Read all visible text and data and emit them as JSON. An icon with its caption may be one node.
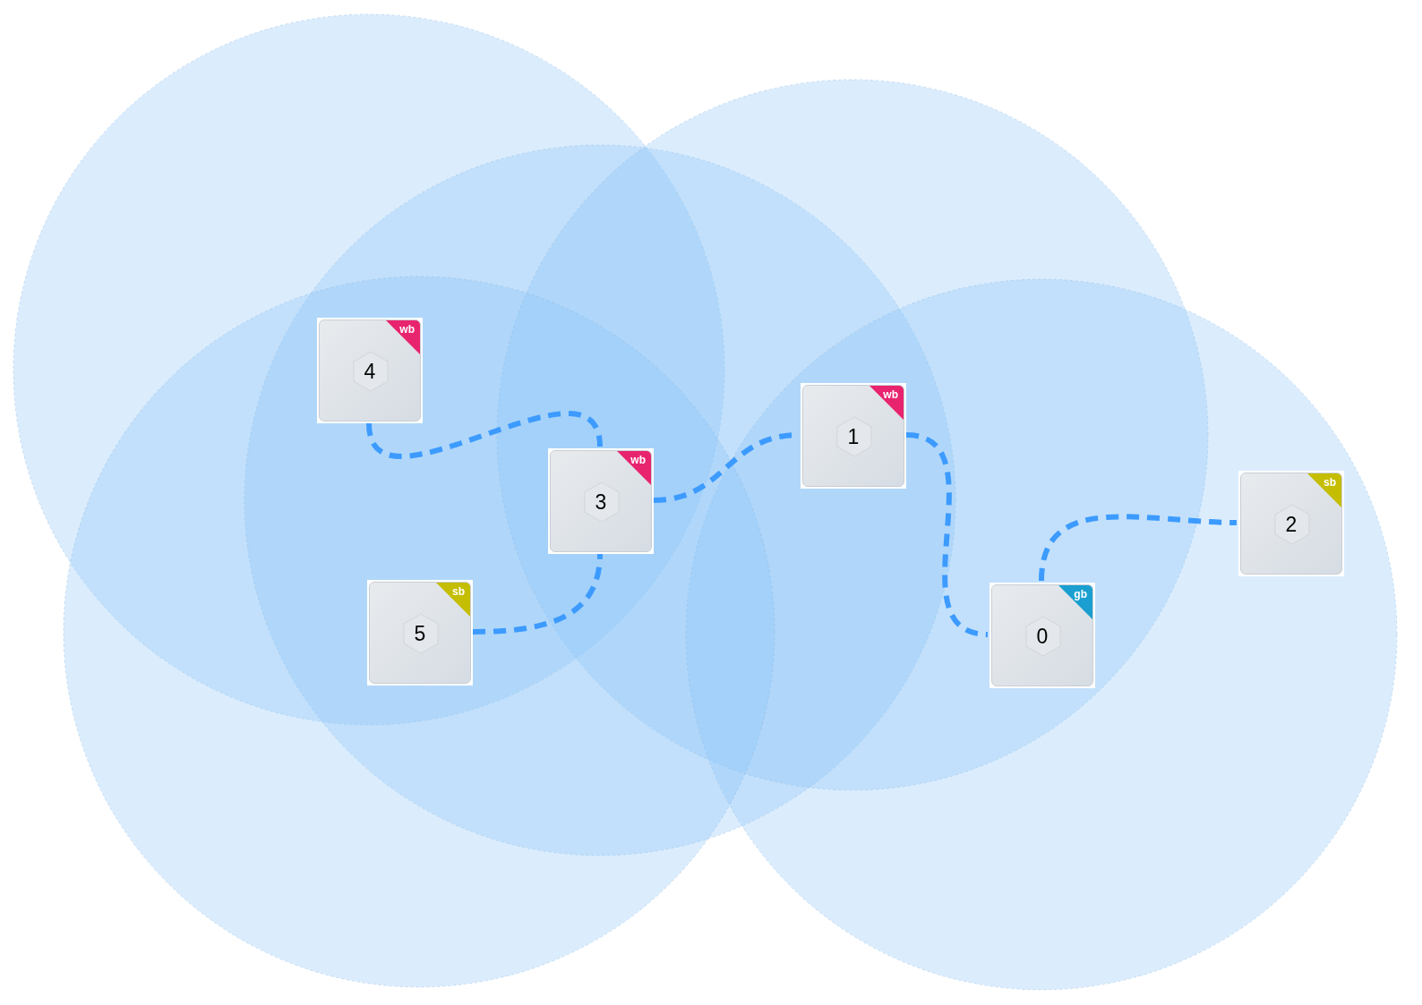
{
  "diagram": {
    "nodes": [
      {
        "text": [
          "0",
          "gb"
        ]
      },
      {
        "text": [
          "1",
          "wb"
        ]
      },
      {
        "text": [
          "2",
          "sb"
        ]
      },
      {
        "text": [
          "3",
          "wb"
        ]
      },
      {
        "text": [
          "4",
          "wb"
        ]
      },
      {
        "text": [
          "5",
          "sb"
        ]
      }
    ],
    "edges": [
      {
        "from": 4,
        "to": 3,
        "arrow": "none",
        "style": "dashed"
      },
      {
        "from": 3,
        "to": 1,
        "arrow": "none",
        "style": "dashed"
      },
      {
        "from": 1,
        "to": 0,
        "arrow": "none",
        "style": "dashed"
      },
      {
        "from": 0,
        "to": 2,
        "arrow": "none",
        "style": "dashed"
      },
      {
        "from": 5,
        "to": 3,
        "arrow": "none",
        "style": "dashed"
      }
    ]
  }
}
